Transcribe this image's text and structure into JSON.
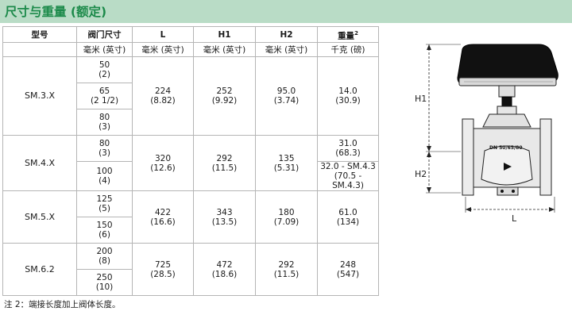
{
  "header": {
    "title": "尺寸与重量 (额定)"
  },
  "table": {
    "headers": {
      "model": "型号",
      "valve_size": "阀门尺寸",
      "L": "L",
      "H1": "H1",
      "H2": "H2",
      "weight": "重量",
      "weight_sup": "2"
    },
    "units": {
      "valve_size": "毫米 (英寸)",
      "L": "毫米 (英寸)",
      "H1": "毫米 (英寸)",
      "H2": "毫米 (英寸)",
      "weight": "千克 (磅)"
    },
    "rows": [
      {
        "model": "SM.3.X",
        "sizes": [
          [
            "50",
            "(2)"
          ],
          [
            "65",
            "(2 1/2)"
          ],
          [
            "80",
            "(3)"
          ]
        ],
        "L": [
          "224",
          "(8.82)"
        ],
        "H1": [
          "252",
          "(9.92)"
        ],
        "H2": [
          "95.0",
          "(3.74)"
        ],
        "weights": [
          [
            "14.0",
            "(30.9)"
          ]
        ]
      },
      {
        "model": "SM.4.X",
        "sizes": [
          [
            "80",
            "(3)"
          ],
          [
            "100",
            "(4)"
          ]
        ],
        "L": [
          "320",
          "(12.6)"
        ],
        "H1": [
          "292",
          "(11.5)"
        ],
        "H2": [
          "135",
          "(5.31)"
        ],
        "weights": [
          [
            "31.0",
            "(68.3)"
          ],
          [
            "32.0 - SM.4.3",
            "(70.5 - SM.4.3)"
          ]
        ]
      },
      {
        "model": "SM.5.X",
        "sizes": [
          [
            "125",
            "(5)"
          ],
          [
            "150",
            "(6)"
          ]
        ],
        "L": [
          "422",
          "(16.6)"
        ],
        "H1": [
          "343",
          "(13.5)"
        ],
        "H2": [
          "180",
          "(7.09)"
        ],
        "weights": [
          [
            "61.0",
            "(134)"
          ]
        ]
      },
      {
        "model": "SM.6.2",
        "sizes": [
          [
            "200",
            "(8)"
          ],
          [
            "250",
            "(10)"
          ]
        ],
        "L": [
          "725",
          "(28.5)"
        ],
        "H1": [
          "472",
          "(18.6)"
        ],
        "H2": [
          "292",
          "(11.5)"
        ],
        "weights": [
          [
            "248",
            "(547)"
          ]
        ]
      }
    ]
  },
  "footnote": "注 2：端接长度加上阀体长度。",
  "drawing": {
    "label_h1": "H1",
    "label_h2": "H2",
    "label_l": "L",
    "dn_label": "DN 50/65/80",
    "colors": {
      "actuator": "#111111",
      "body": "#e8e8e8",
      "outline": "#222222"
    }
  }
}
